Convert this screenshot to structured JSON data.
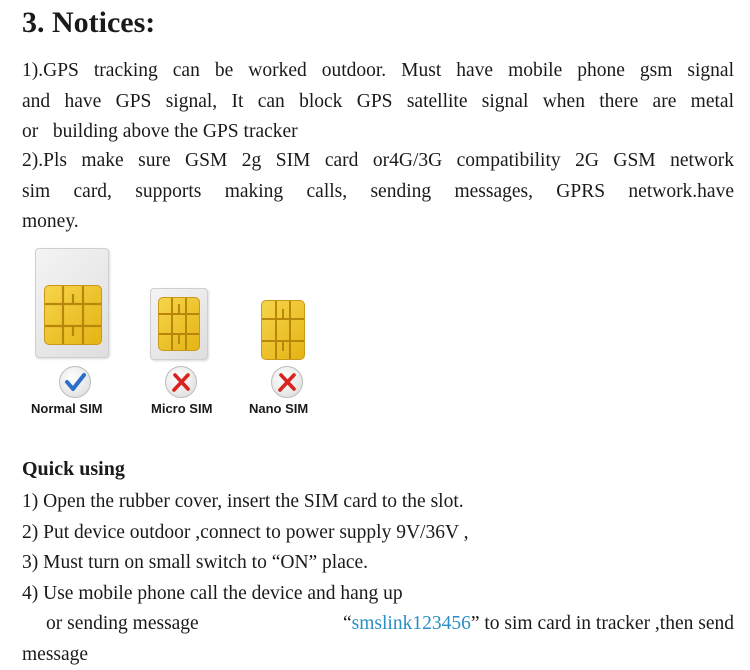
{
  "section": {
    "title": "3. Notices:"
  },
  "notices": [
    {
      "lines": [
        "1).GPS tracking can be worked outdoor. Must have mobile phone gsm signal",
        "and have GPS signal, It can block GPS satellite signal when there are metal",
        "or   building above the GPS tracker"
      ]
    },
    {
      "lines": [
        "2).Pls make sure GSM 2g SIM card or4G/3G compatibility 2G GSM network",
        "sim card, supports making calls, sending messages, GPRS network.have",
        "money."
      ]
    }
  ],
  "sim_cards": [
    {
      "label": "Normal SIM",
      "status": "check-icon",
      "status_color": "#2b6fc9"
    },
    {
      "label": "Micro SIM",
      "status": "cross-icon",
      "status_color": "#d9231f"
    },
    {
      "label": "Nano SIM",
      "status": "cross-icon",
      "status_color": "#d9231f"
    }
  ],
  "quick_using": {
    "title": "Quick using",
    "steps": [
      "1) Open the rubber cover, insert the SIM card to the slot.",
      "2) Put device outdoor ,connect to power supply 9V/36V ,",
      "3) Must turn on small switch to “ON” place.",
      "4) Use mobile phone call the device and hang up"
    ],
    "continuation": {
      "before": "or sending message",
      "open_quote": "“",
      "command": "smslink123456",
      "after": "” to sim card in tracker ,then send"
    },
    "last_line": "message"
  },
  "colors": {
    "command_link": "#2a8fc7",
    "chip_gold": "#e8bd1e"
  }
}
